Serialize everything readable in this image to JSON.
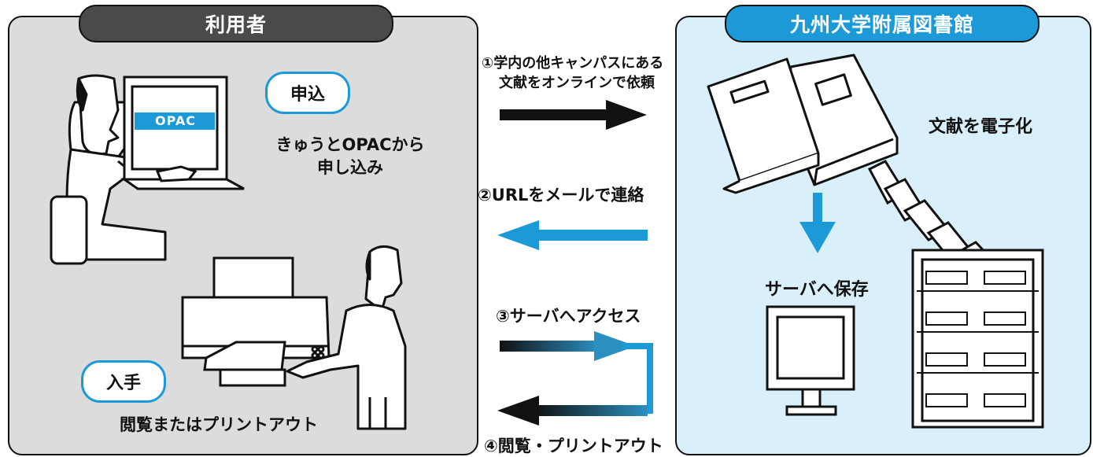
{
  "user_panel": {
    "title": "利用者",
    "apply_badge": "申込",
    "apply_text_1": "きゅうとOPACから",
    "apply_text_2": "申し込み",
    "screen_logo": "OPAC",
    "obtain_badge": "入手",
    "obtain_text": "閲覧またはプリントアウト"
  },
  "library_panel": {
    "title": "九州大学附属図書館",
    "digitize_text": "文献を電子化",
    "save_text": "サーバへ保存"
  },
  "steps": {
    "step1_line1": "①学内の他キャンパスにある",
    "step1_line2": "文献をオンラインで依頼",
    "step2": "②URLをメールで連絡",
    "step3": "③サーバへアクセス",
    "step4": "④閲覧・プリントアウト"
  },
  "colors": {
    "accent": "#1b9ad7",
    "user_panel_bg": "#dcdcdc",
    "library_panel_bg": "#d9f0fb"
  }
}
